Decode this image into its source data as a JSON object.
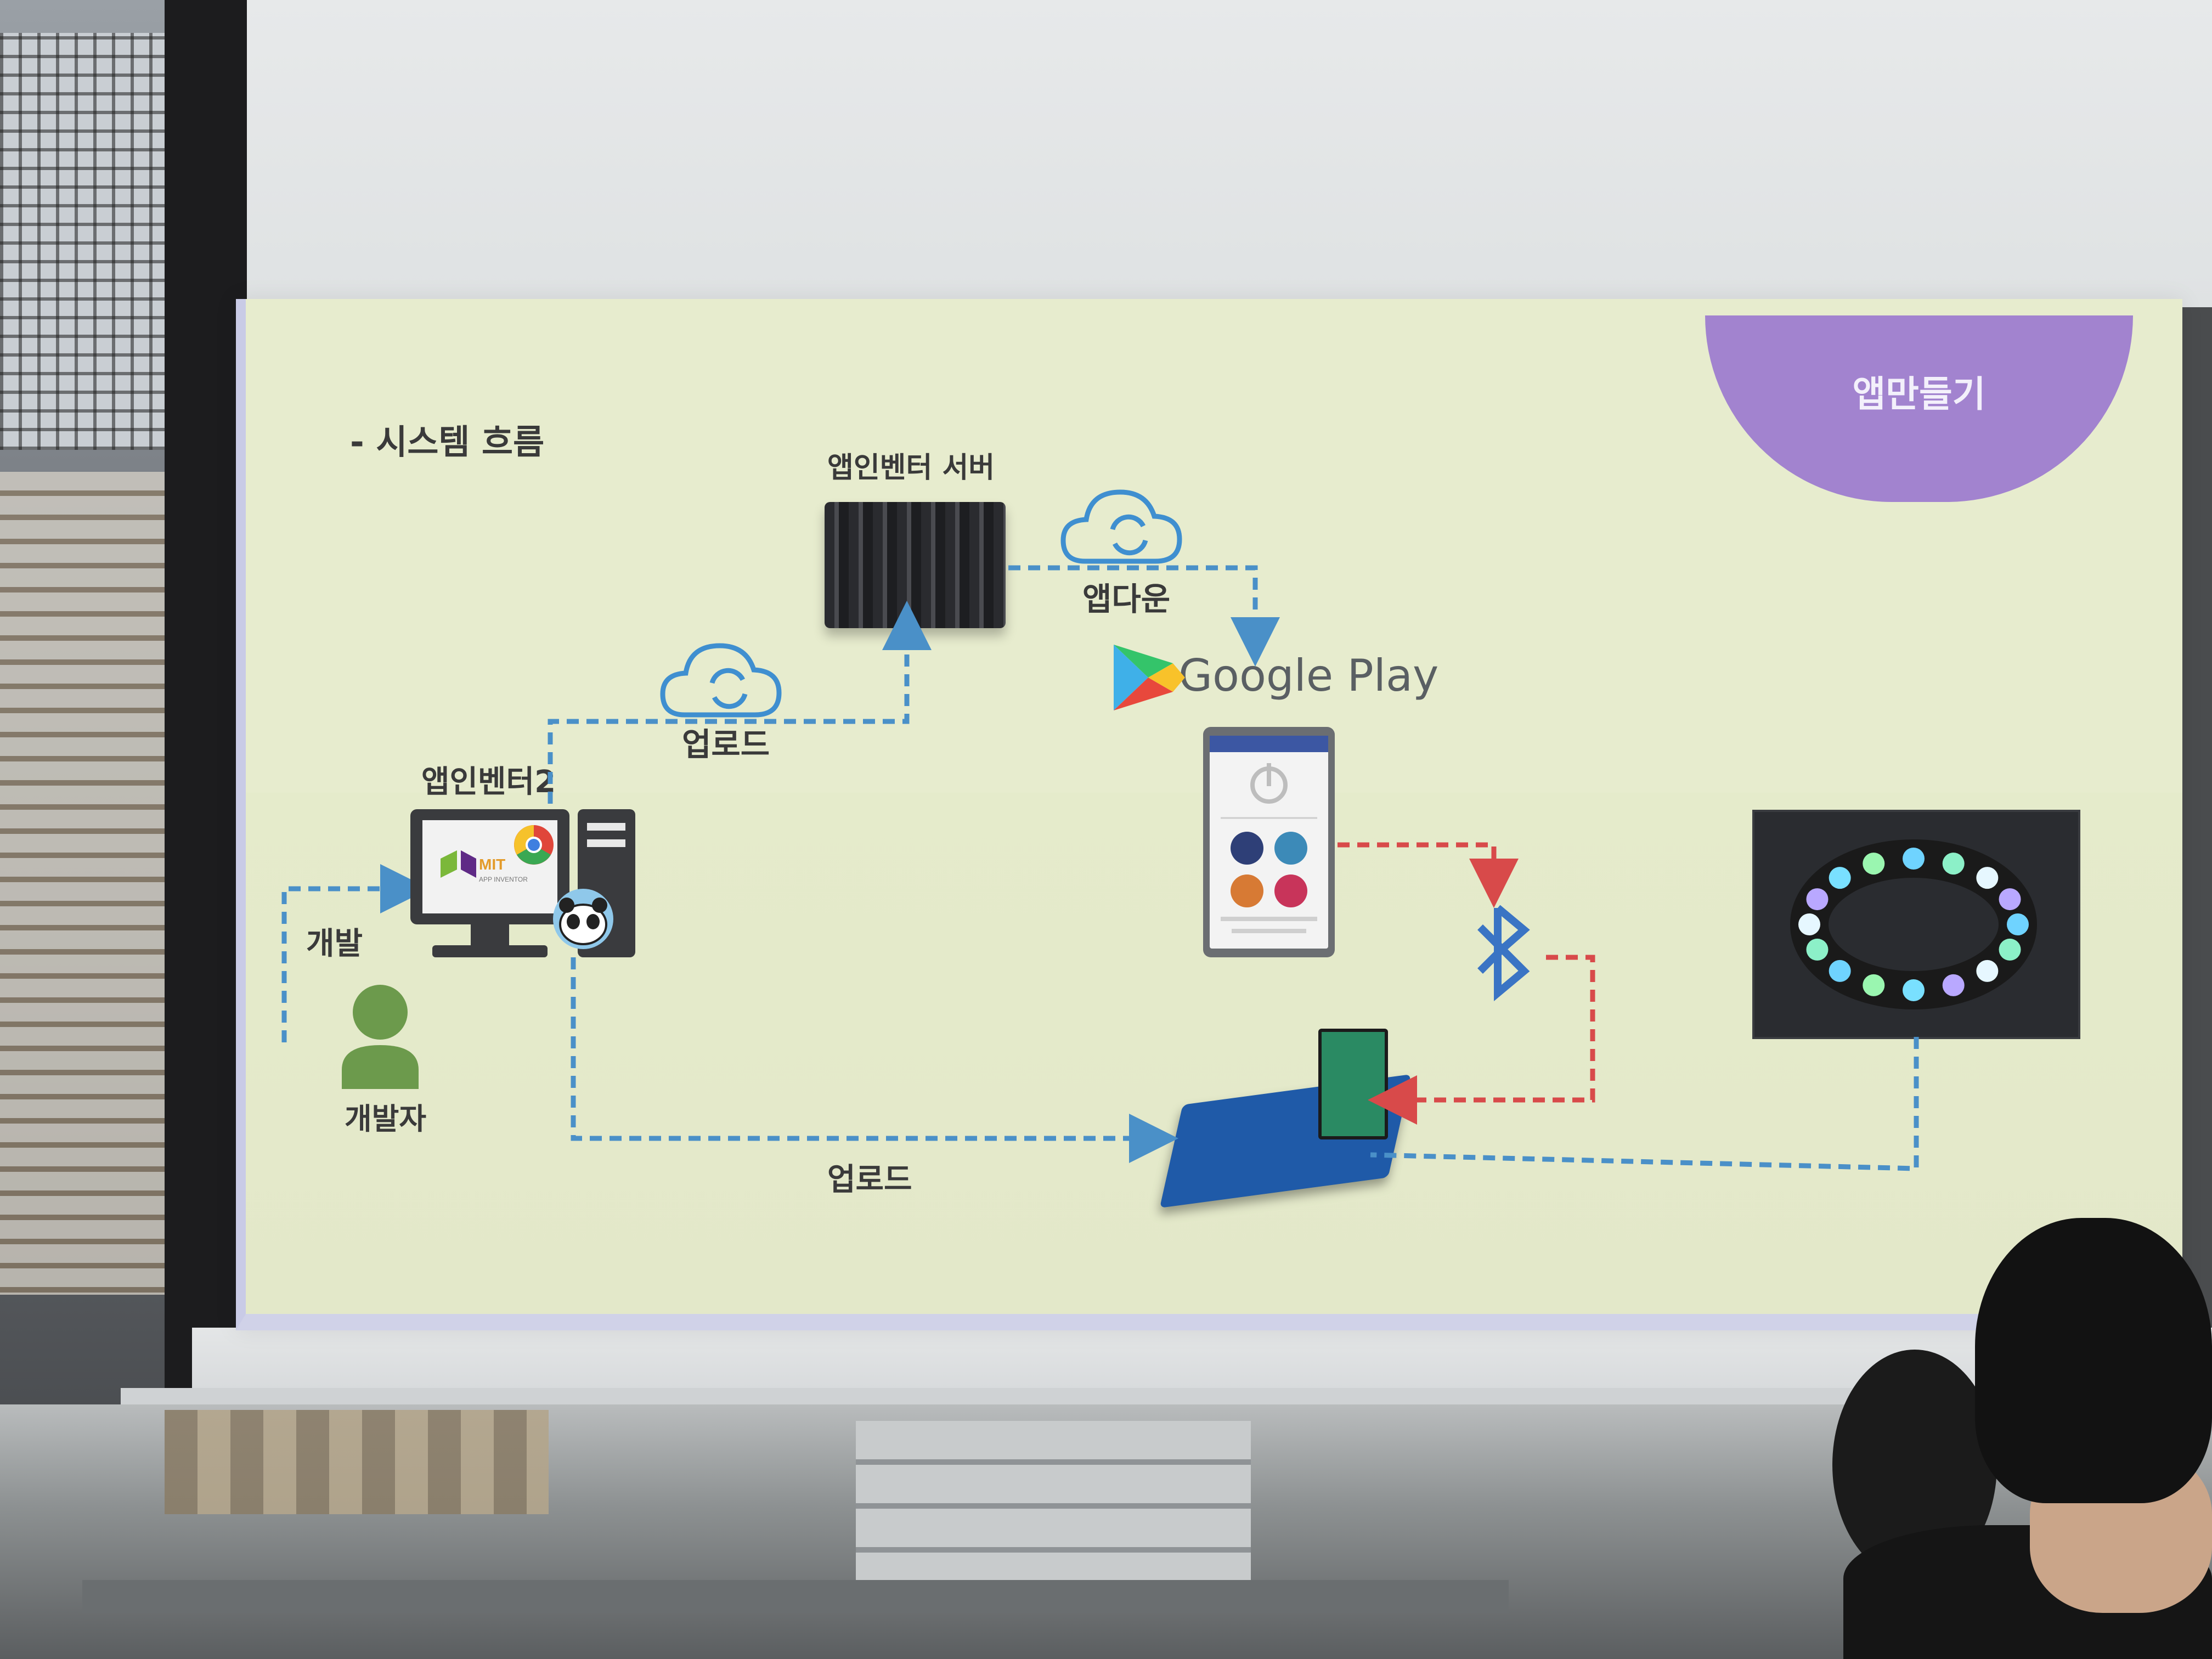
{
  "slide": {
    "tab_label": "앱만들기",
    "heading": "-   시스템 흐름",
    "labels": {
      "server": "앱인벤터 서버",
      "download": "앱다운",
      "upload_top": "업로드",
      "pc": "앱인벤터2",
      "develop": "개발",
      "developer": "개발자",
      "upload_bottom": "업로드"
    },
    "logos": {
      "google_play": "Google Play",
      "mit": "MIT",
      "mit_sub": "APP INVENTOR"
    }
  },
  "colors": {
    "slide_bg": "#e7ecce",
    "tab": "#a283cf",
    "flow_blue": "#4a90c8",
    "flow_red": "#d84a4a",
    "bluetooth": "#3a74c4",
    "text": "#3a3a3a"
  },
  "icons": [
    "cloud-sync-icon",
    "bluetooth-icon",
    "person-icon",
    "google-play-icon",
    "chrome-icon",
    "power-icon"
  ]
}
